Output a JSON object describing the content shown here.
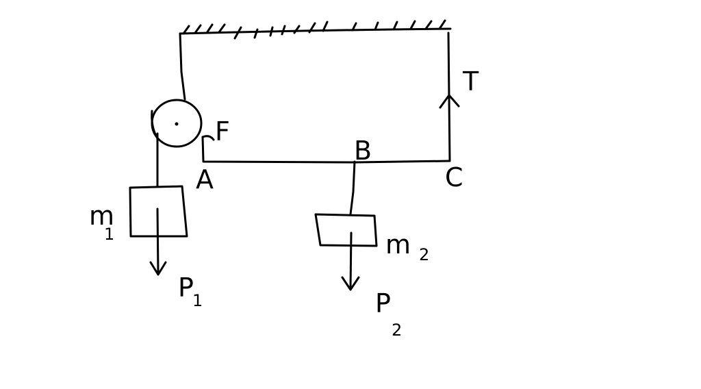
{
  "labels": {
    "T": "T",
    "F": "F",
    "A": "A",
    "B": "B",
    "C": "C",
    "m1": "m",
    "m1_sub": "1",
    "m2": "m",
    "m2_sub": "2",
    "P1": "P",
    "P1_sub": "1",
    "P2": "P",
    "P2_sub": "2"
  }
}
